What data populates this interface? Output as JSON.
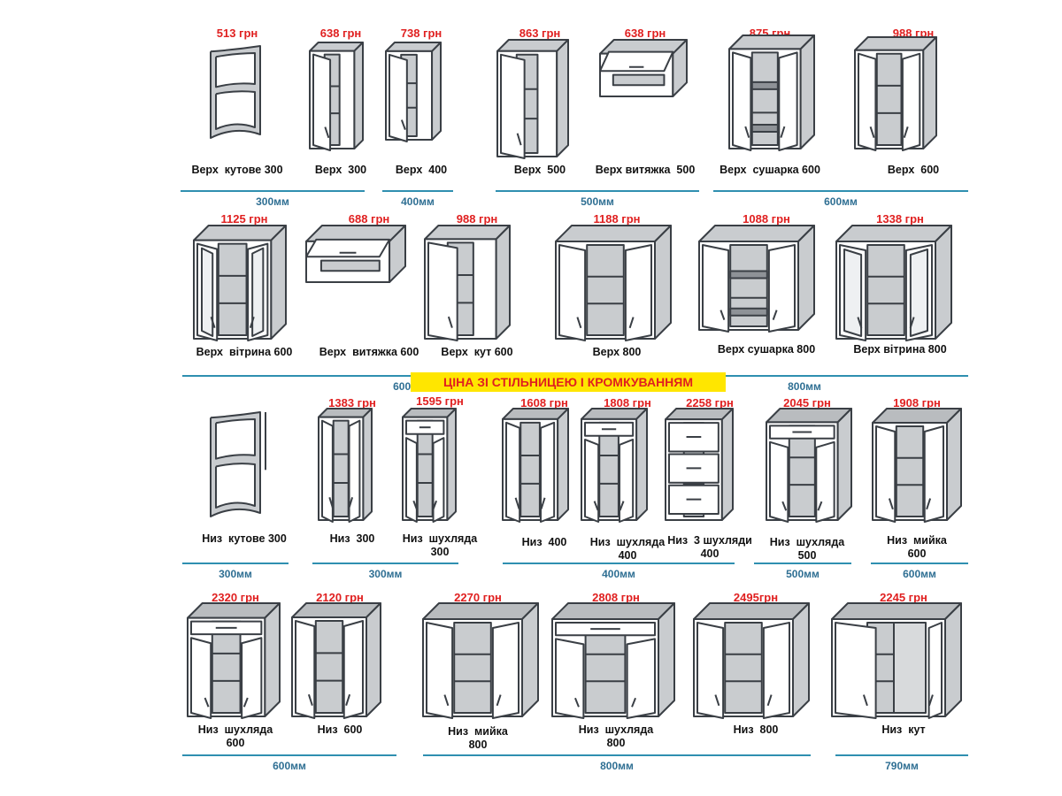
{
  "banner": "ЦІНА ЗІ СТІЛЬНИЦЕЮ І КРОМКУВАННЯМ",
  "row1": {
    "items": [
      {
        "price": "513 грн",
        "label": "Верх  кутове 300",
        "icon": "upper-corner-open-cabinet-icon"
      },
      {
        "price": "638 грн",
        "label": "Верх  300",
        "icon": "upper-cabinet-single-door-icon"
      },
      {
        "price": "738 грн",
        "label": "Верх  400",
        "icon": "upper-cabinet-single-door-icon"
      },
      {
        "price": "863 грн",
        "label": "Верх  500",
        "icon": "upper-cabinet-single-door-icon"
      },
      {
        "price": "638 грн",
        "label": "Верх витяжка  500",
        "icon": "upper-hood-cabinet-icon"
      },
      {
        "price": "875 грн",
        "label": "Верх  сушарка 600",
        "icon": "upper-dish-dryer-cabinet-icon"
      },
      {
        "price": "988 грн",
        "label": "Верх  600",
        "icon": "upper-cabinet-double-door-icon"
      }
    ],
    "sections": [
      "300мм",
      "400мм",
      "500мм",
      "600мм"
    ]
  },
  "row2": {
    "items": [
      {
        "price": "1125 грн",
        "label": "Верх  вітрина 600",
        "icon": "upper-glass-showcase-cabinet-icon"
      },
      {
        "price": "688 грн",
        "label": "Верх  витяжка 600",
        "icon": "upper-hood-cabinet-icon"
      },
      {
        "price": "988 грн",
        "label": "Верх  кут 600",
        "icon": "upper-corner-cabinet-icon"
      },
      {
        "price": "1188 грн",
        "label": "Верх 800",
        "icon": "upper-cabinet-double-door-icon"
      },
      {
        "price": "1088 грн",
        "label": "Верх сушарка 800",
        "icon": "upper-dish-dryer-cabinet-icon"
      },
      {
        "price": "1338 грн",
        "label": "Верх вітрина 800",
        "icon": "upper-glass-showcase-cabinet-icon"
      }
    ],
    "sections": [
      "600мм",
      "800мм"
    ]
  },
  "row3": {
    "items": [
      {
        "price": "",
        "label": "Низ  кутове 300",
        "icon": "base-corner-open-cabinet-icon"
      },
      {
        "price": "1383 грн",
        "label": "Низ  300",
        "icon": "base-cabinet-single-door-icon"
      },
      {
        "price": "1595 грн",
        "label": "Низ  шухляда\n300",
        "icon": "base-drawer-door-cabinet-icon"
      },
      {
        "price": "1608 грн",
        "label": "Низ  400",
        "icon": "base-cabinet-single-door-icon"
      },
      {
        "price": "1808 грн",
        "label": "Низ  шухляда\n400",
        "icon": "base-drawer-door-cabinet-icon"
      },
      {
        "price": "2258 грн",
        "label": "Низ  3 шухляди\n400",
        "icon": "base-three-drawer-cabinet-icon"
      },
      {
        "price": "2045 грн",
        "label": "Низ  шухляда\n500",
        "icon": "base-drawer-door-cabinet-icon"
      },
      {
        "price": "1908 грн",
        "label": "Низ  мийка\n600",
        "icon": "base-sink-cabinet-icon"
      }
    ],
    "sections": [
      "300мм",
      "300мм",
      "400мм",
      "500мм",
      "600мм"
    ]
  },
  "row4": {
    "items": [
      {
        "price": "2320 грн",
        "label": "Низ  шухляда\n600",
        "icon": "base-drawer-double-door-cabinet-icon"
      },
      {
        "price": "2120 грн",
        "label": "Низ  600",
        "icon": "base-cabinet-double-door-icon"
      },
      {
        "price": "2270 грн",
        "label": "Низ  мийка\n800",
        "icon": "base-sink-cabinet-icon"
      },
      {
        "price": "2808 грн",
        "label": "Низ  шухляда\n800",
        "icon": "base-drawer-double-door-cabinet-icon"
      },
      {
        "price": "2495грн",
        "label": "Низ  800",
        "icon": "base-cabinet-double-door-icon"
      },
      {
        "price": "2245 грн",
        "label": "Низ  кут",
        "icon": "base-corner-cabinet-icon"
      }
    ],
    "sections": [
      "600мм",
      "800мм",
      "790мм"
    ]
  }
}
